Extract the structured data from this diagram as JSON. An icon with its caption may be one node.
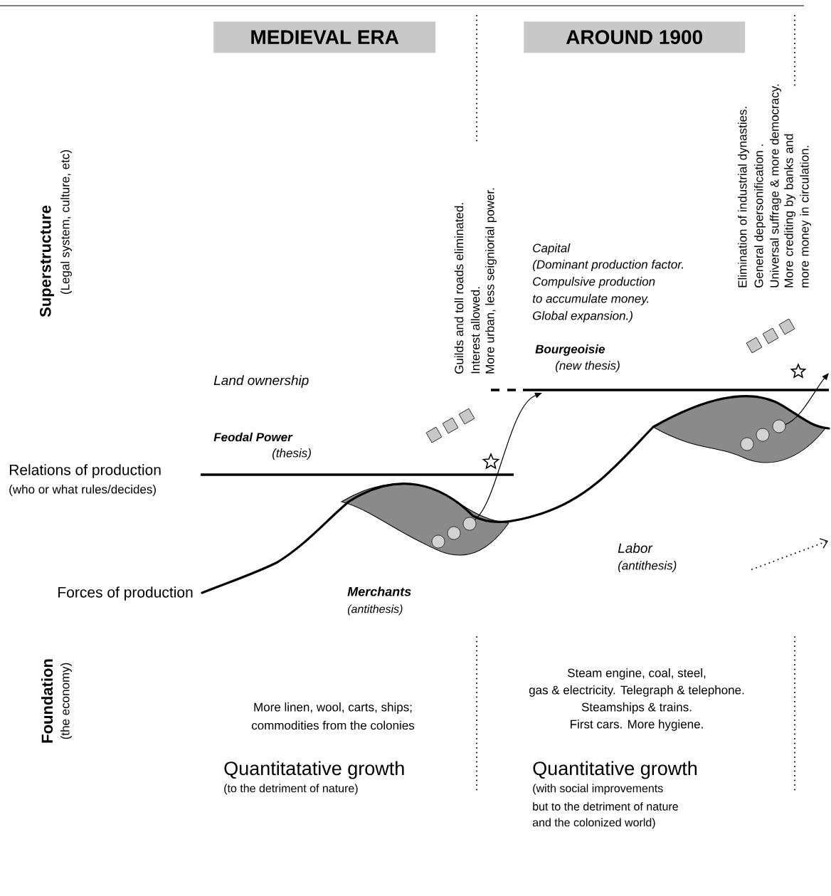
{
  "diagram": {
    "nodes": [
      {
        "text": [
          "MEDIEVAL ERA"
        ]
      },
      {
        "text": [
          "AROUND 1900"
        ]
      },
      {
        "text": [],
        "shape": "circle"
      },
      {
        "text": [],
        "shape": "circle"
      },
      {
        "text": [],
        "shape": "circle"
      },
      {
        "text": [],
        "shape": "circle"
      },
      {
        "text": [],
        "shape": "circle"
      },
      {
        "text": [],
        "shape": "circle"
      }
    ],
    "edges": [
      {
        "from": 4,
        "to": null,
        "arrow": "to"
      },
      {
        "from": 7,
        "to": null,
        "arrow": "to"
      }
    ],
    "labels": [
      "Superstructure",
      "(Legal system, culture, etc)",
      "Guilds and toll roads eliminated.",
      "Interest allowed.",
      "More urban, less seigniorial power.",
      "Elimination of industrial dynasties.",
      "General depersonification .",
      "Universal suffrage & more democracy.",
      "More crediting by banks and more money in circulation.",
      "Capital",
      "(Dominant production factor.",
      "Compulsive production",
      "to accumulate money.",
      "Global expansion.)",
      "Bourgeoisie",
      "(new thesis)",
      "Land ownership",
      "Feodal Power",
      "(thesis)",
      "Relations of production",
      "(who or what rules/decides)",
      "Labor",
      "(antithesis)",
      "Forces of production",
      "Merchants",
      "(antithesis)",
      "Foundation",
      "(the economy)",
      "Steam engine, coal, steel,",
      "gas & electricity. Telegraph & telephone.",
      "More linen, wool, carts, ships;",
      "commodities from the colonies",
      "Steamships & trains.",
      "First cars. More hygiene.",
      "Quantitatative growth",
      "Quantitative growth",
      "(to the detriment of nature)",
      "(with social improvements",
      "but to the detriment of nature",
      "and the colonized world)"
    ]
  }
}
